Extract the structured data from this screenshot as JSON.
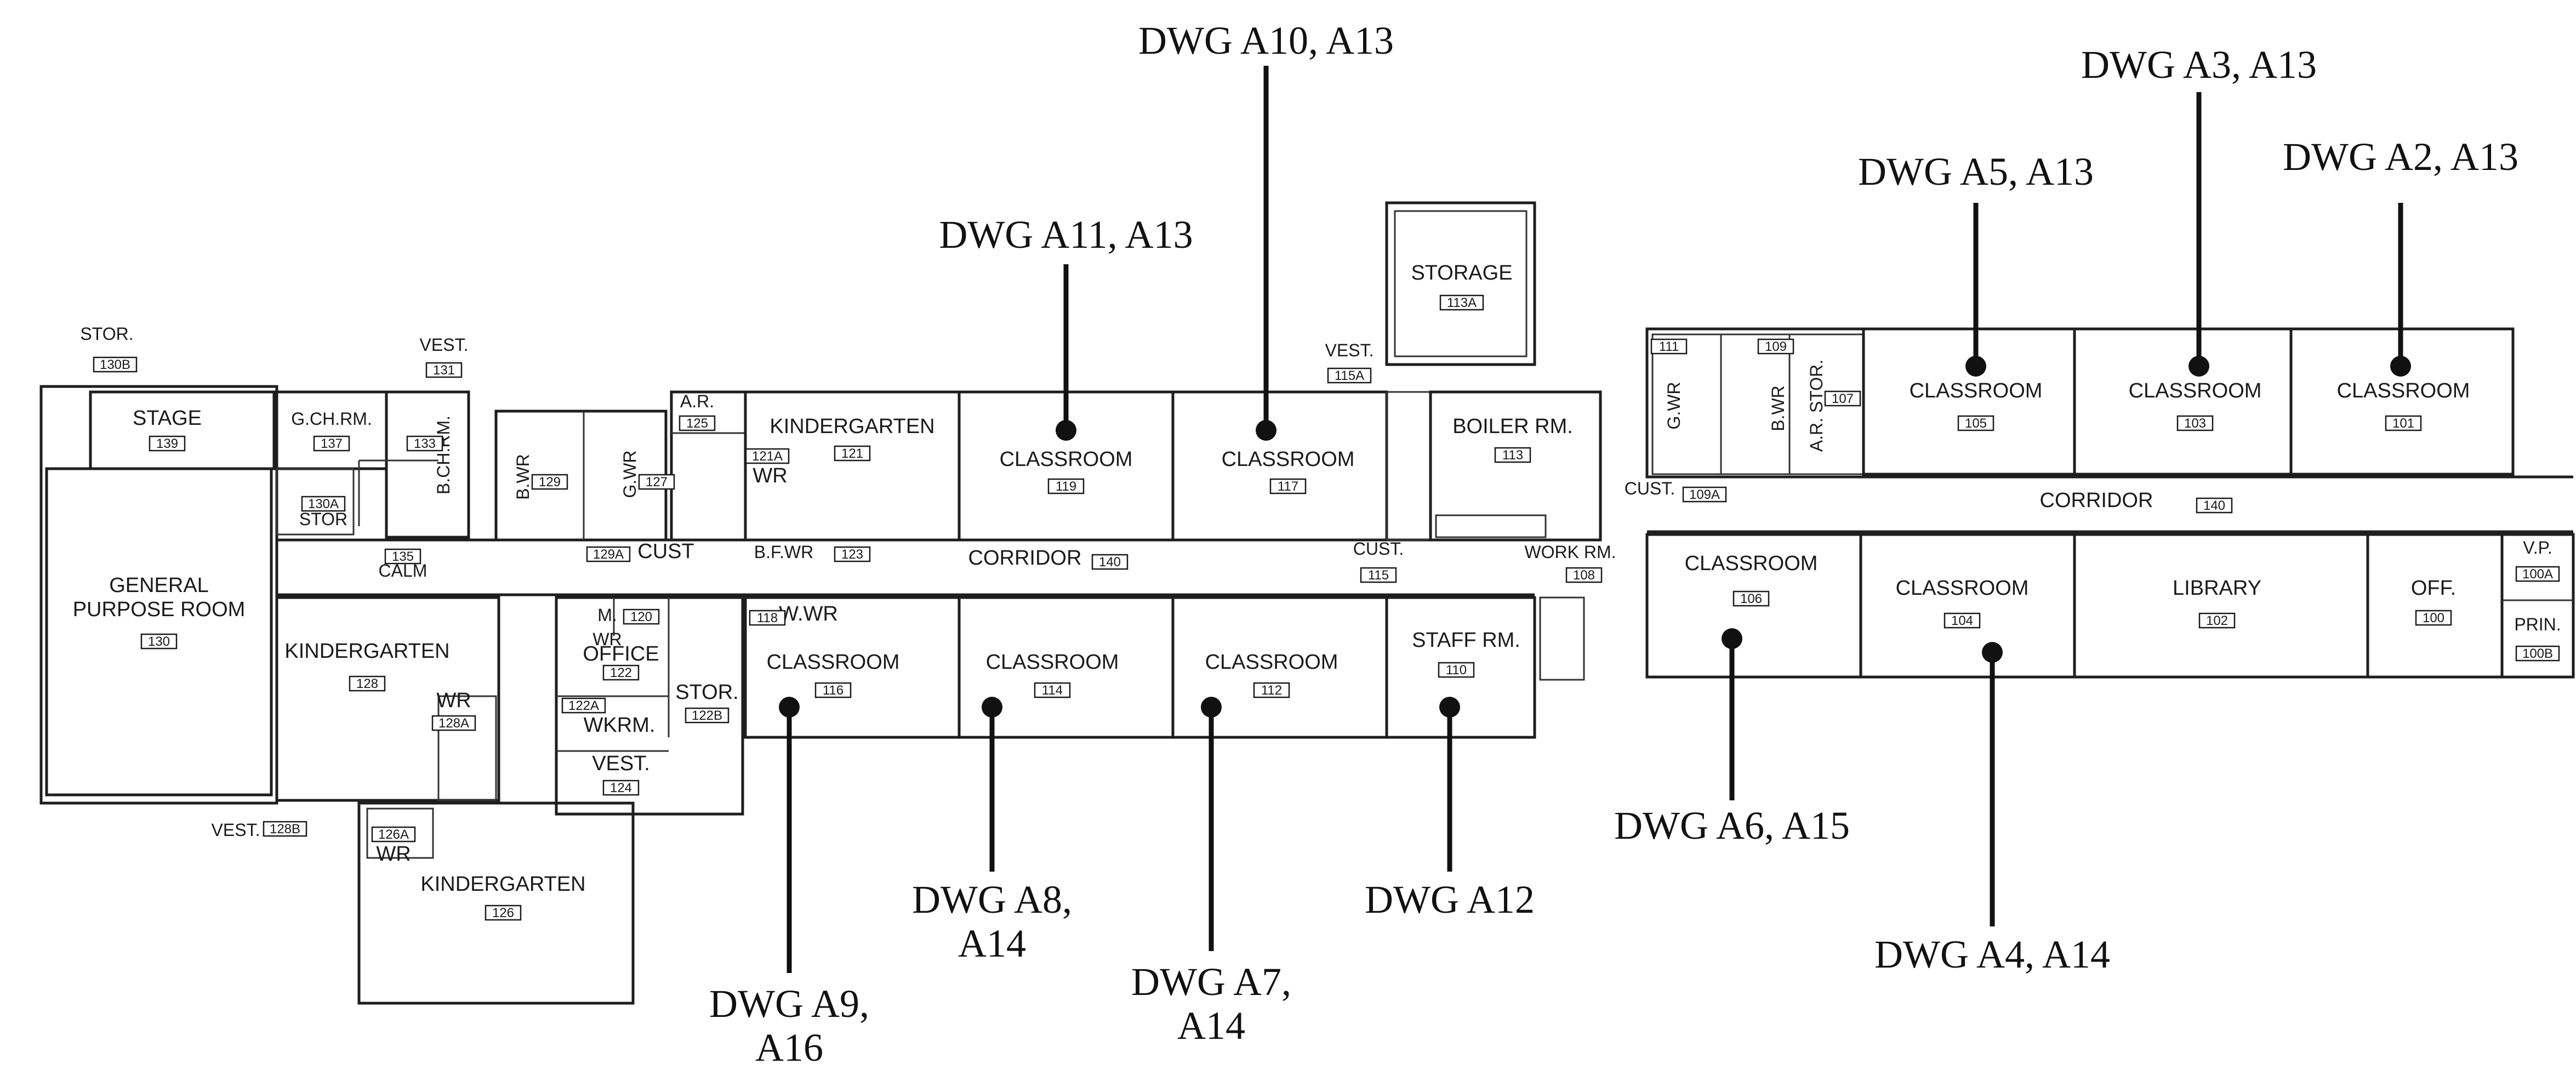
{
  "rooms": [
    {
      "id": "r-130b",
      "name": "STOR.",
      "num": "130B"
    },
    {
      "id": "r-139",
      "name": "STAGE",
      "num": "139"
    },
    {
      "id": "r-137",
      "name": "G.CH.RM.",
      "num": "137"
    },
    {
      "id": "r-133",
      "name": "B.CH.RM.",
      "num": "133"
    },
    {
      "id": "r-131",
      "name": "VEST.",
      "num": "131"
    },
    {
      "id": "r-130a",
      "name": "STOR",
      "num": "130A"
    },
    {
      "id": "r-135",
      "name": "CALM",
      "num": "135"
    },
    {
      "id": "r-130",
      "name": "GENERAL PURPOSE ROOM",
      "num": "130"
    },
    {
      "id": "r-128",
      "name": "KINDERGARTEN",
      "num": "128"
    },
    {
      "id": "r-128a",
      "name": "WR",
      "num": "128A"
    },
    {
      "id": "r-128b",
      "name": "VEST.",
      "num": "128B"
    },
    {
      "id": "r-126a",
      "name": "WR",
      "num": "126A"
    },
    {
      "id": "r-126",
      "name": "KINDERGARTEN",
      "num": "126"
    },
    {
      "id": "r-129",
      "name": "B.WR",
      "num": "129"
    },
    {
      "id": "r-127",
      "name": "G.WR",
      "num": "127"
    },
    {
      "id": "r-129a",
      "name": "CUST",
      "num": "129A"
    },
    {
      "id": "r-125",
      "name": "A.R.",
      "num": "125"
    },
    {
      "id": "r-121a",
      "name": "WR",
      "num": "121A"
    },
    {
      "id": "r-121",
      "name": "KINDERGARTEN",
      "num": "121"
    },
    {
      "id": "r-123",
      "name": "B.F.WR",
      "num": "123"
    },
    {
      "id": "r-119",
      "name": "CLASSROOM",
      "num": "119"
    },
    {
      "id": "r-117",
      "name": "CLASSROOM",
      "num": "117"
    },
    {
      "id": "r-115a",
      "name": "VEST.",
      "num": "115A"
    },
    {
      "id": "r-113a",
      "name": "STORAGE",
      "num": "113A"
    },
    {
      "id": "r-113",
      "name": "BOILER RM.",
      "num": "113"
    },
    {
      "id": "r-115",
      "name": "CUST.",
      "num": "115"
    },
    {
      "id": "r-140w",
      "name": "CORRIDOR",
      "num": "140"
    },
    {
      "id": "r-120",
      "name": "M. WR",
      "num": "120"
    },
    {
      "id": "r-122",
      "name": "OFFICE",
      "num": "122"
    },
    {
      "id": "r-122a",
      "name": "",
      "num": "122A"
    },
    {
      "id": "r-wkrm",
      "name": "WKRM.",
      "num": ""
    },
    {
      "id": "r-122b",
      "name": "STOR.",
      "num": "122B"
    },
    {
      "id": "r-124",
      "name": "VEST.",
      "num": "124"
    },
    {
      "id": "r-118",
      "name": "W.WR",
      "num": "118"
    },
    {
      "id": "r-116",
      "name": "CLASSROOM",
      "num": "116"
    },
    {
      "id": "r-114",
      "name": "CLASSROOM",
      "num": "114"
    },
    {
      "id": "r-112",
      "name": "CLASSROOM",
      "num": "112"
    },
    {
      "id": "r-110",
      "name": "STAFF RM.",
      "num": "110"
    },
    {
      "id": "r-108",
      "name": "WORK RM.",
      "num": "108"
    },
    {
      "id": "r-111",
      "name": "G.WR",
      "num": "111"
    },
    {
      "id": "r-109",
      "name": "B.WR",
      "num": "109"
    },
    {
      "id": "r-107",
      "name": "A.R. STOR.",
      "num": "107"
    },
    {
      "id": "r-105",
      "name": "CLASSROOM",
      "num": "105"
    },
    {
      "id": "r-103",
      "name": "CLASSROOM",
      "num": "103"
    },
    {
      "id": "r-101",
      "name": "CLASSROOM",
      "num": "101"
    },
    {
      "id": "r-109a",
      "name": "CUST.",
      "num": "109A"
    },
    {
      "id": "r-140e",
      "name": "CORRIDOR",
      "num": "140"
    },
    {
      "id": "r-106",
      "name": "CLASSROOM",
      "num": "106"
    },
    {
      "id": "r-104",
      "name": "CLASSROOM",
      "num": "104"
    },
    {
      "id": "r-102",
      "name": "LIBRARY",
      "num": "102"
    },
    {
      "id": "r-100",
      "name": "OFF.",
      "num": "100"
    },
    {
      "id": "r-100a",
      "name": "V.P.",
      "num": "100A"
    },
    {
      "id": "r-100b",
      "name": "PRIN.",
      "num": "100B"
    }
  ],
  "callouts": [
    {
      "id": "c-a10",
      "lines": [
        "DWG A10, A13"
      ]
    },
    {
      "id": "c-a11",
      "lines": [
        "DWG A11, A13"
      ]
    },
    {
      "id": "c-a3",
      "lines": [
        "DWG A3, A13"
      ]
    },
    {
      "id": "c-a5",
      "lines": [
        "DWG A5, A13"
      ]
    },
    {
      "id": "c-a2",
      "lines": [
        "DWG A2, A13"
      ]
    },
    {
      "id": "c-a6",
      "lines": [
        "DWG A6, A15"
      ]
    },
    {
      "id": "c-a4",
      "lines": [
        "DWG A4, A14"
      ]
    },
    {
      "id": "c-a12",
      "lines": [
        "DWG A12"
      ]
    },
    {
      "id": "c-a8",
      "lines": [
        "DWG A8,",
        "A14"
      ]
    },
    {
      "id": "c-a7",
      "lines": [
        "DWG A7,",
        "A14"
      ]
    },
    {
      "id": "c-a9",
      "lines": [
        "DWG A9,",
        "A16"
      ]
    }
  ]
}
